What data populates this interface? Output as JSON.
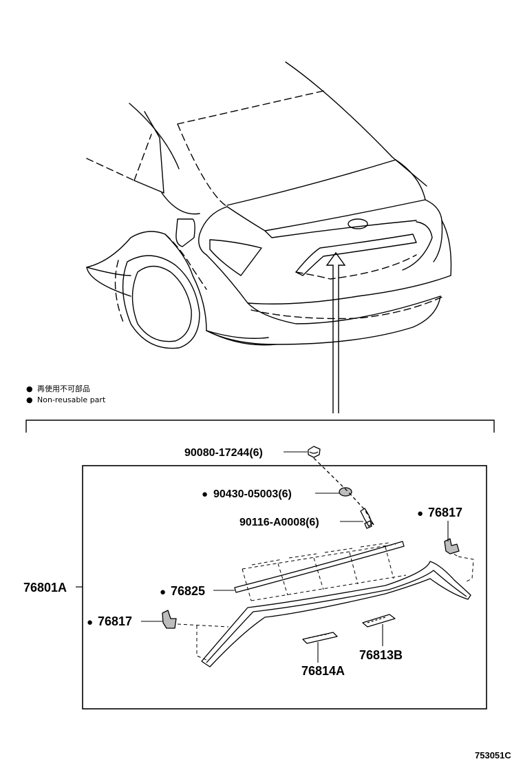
{
  "legend": {
    "items": [
      {
        "bullet": "●",
        "text": "再使用不可部品"
      },
      {
        "bullet": "●",
        "text": "Non-reusable part"
      }
    ]
  },
  "parts": {
    "nut": {
      "number": "90080-17244(6)",
      "non_reusable": false
    },
    "washer": {
      "number": "90430-05003(6)",
      "non_reusable": true
    },
    "bolt": {
      "number": "90116-A0008(6)",
      "non_reusable": false
    },
    "clip_right": {
      "number": "76817",
      "non_reusable": true
    },
    "assembly": {
      "number": "76801A",
      "non_reusable": false
    },
    "seal": {
      "number": "76825",
      "non_reusable": true
    },
    "clip_left": {
      "number": "76817",
      "non_reusable": true
    },
    "bracket_a": {
      "number": "76814A",
      "non_reusable": false
    },
    "bracket_b": {
      "number": "76813B",
      "non_reusable": false
    }
  },
  "bullet_symbol": "●",
  "illustration_code": "753051C"
}
